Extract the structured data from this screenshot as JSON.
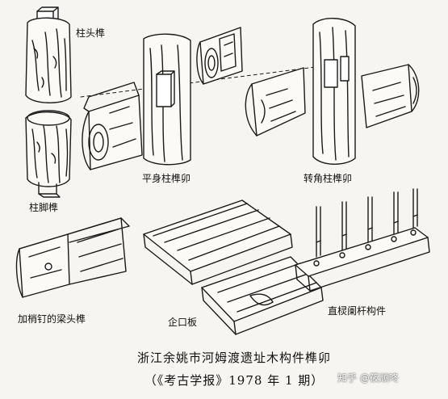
{
  "labels": {
    "post_head_tenon": "柱头榫",
    "post_foot_tenon": "柱脚榫",
    "flat_post_mortise": "平身柱榫卯",
    "corner_post_mortise": "转角柱榫卯",
    "pinned_beam_tenon": "加梢钉的梁头榫",
    "tongue_groove_board": "企口板",
    "railing_component": "直棂阑杆构件"
  },
  "caption": {
    "line1": "浙江余姚市河姆渡遗址木构件榫卯",
    "line2": "（《考古学报》1978 年 1 期）"
  },
  "watermark": "知乎 @筱顽咚"
}
